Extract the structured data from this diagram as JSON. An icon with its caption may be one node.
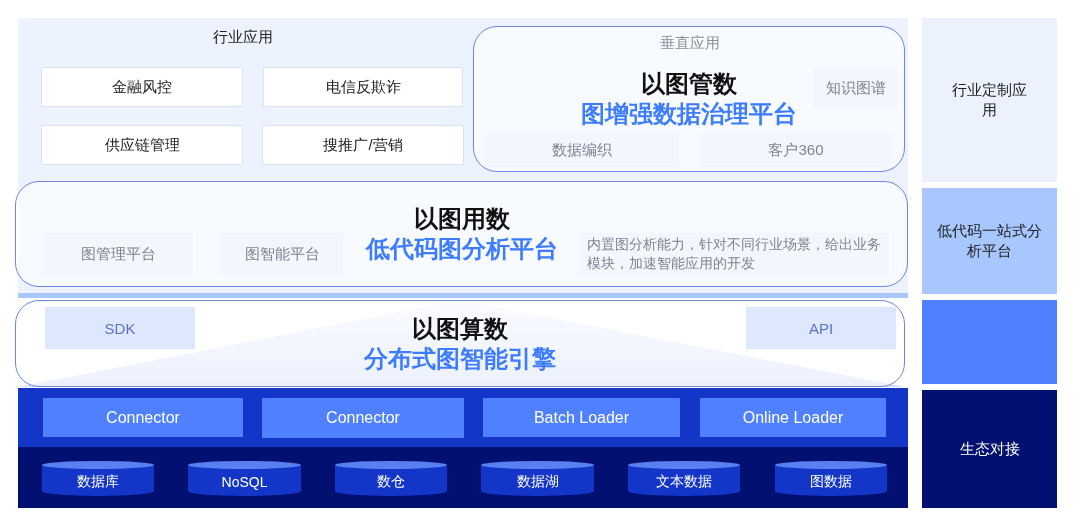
{
  "diagram": {
    "nodes": [
      {
        "text": [
          "行业应用"
        ]
      },
      {
        "text": [
          "金融风控"
        ],
        "in": 0
      },
      {
        "text": [
          "电信反欺诈"
        ],
        "in": 0
      },
      {
        "text": [
          "供应链管理"
        ],
        "in": 0
      },
      {
        "text": [
          "搜推广/营销"
        ],
        "in": 0
      },
      {
        "text": [
          "以图管数",
          "图增强数据治理平台"
        ]
      },
      {
        "text": [
          "垂直应用"
        ],
        "in": 5
      },
      {
        "text": [
          "知识图谱"
        ],
        "in": 5
      },
      {
        "text": [
          "数据编织"
        ],
        "in": 5
      },
      {
        "text": [
          "客户360"
        ],
        "in": 5
      },
      {
        "text": [
          "以图用数",
          "低代码图分析平台"
        ]
      },
      {
        "text": [
          "图管理平台"
        ],
        "in": 10
      },
      {
        "text": [
          "图智能平台"
        ],
        "in": 10
      },
      {
        "text": [
          "内置图分析能力，针对不同行业场景，给出业务模块，加速智能应用的开发"
        ],
        "in": 10
      },
      {
        "text": [
          "以图算数",
          "分布式图智能引擎"
        ]
      },
      {
        "text": [
          "SDK"
        ],
        "in": 14
      },
      {
        "text": [
          "API"
        ],
        "in": 14
      },
      {
        "text": [
          "Connector"
        ]
      },
      {
        "text": [
          "Connector"
        ]
      },
      {
        "text": [
          "Batch Loader"
        ]
      },
      {
        "text": [
          "Online Loader"
        ]
      },
      {
        "text": [
          "数据库"
        ]
      },
      {
        "text": [
          "NoSQL"
        ]
      },
      {
        "text": [
          "数仓"
        ]
      },
      {
        "text": [
          "数据湖"
        ]
      },
      {
        "text": [
          "文本数据"
        ]
      },
      {
        "text": [
          "图数据"
        ]
      },
      {
        "text": [
          "行业定制应用"
        ]
      },
      {
        "text": [
          "低代码一站式分析平台"
        ]
      },
      {
        "text": [],
        "shape": "box"
      },
      {
        "text": [
          "生态对接"
        ]
      }
    ]
  }
}
